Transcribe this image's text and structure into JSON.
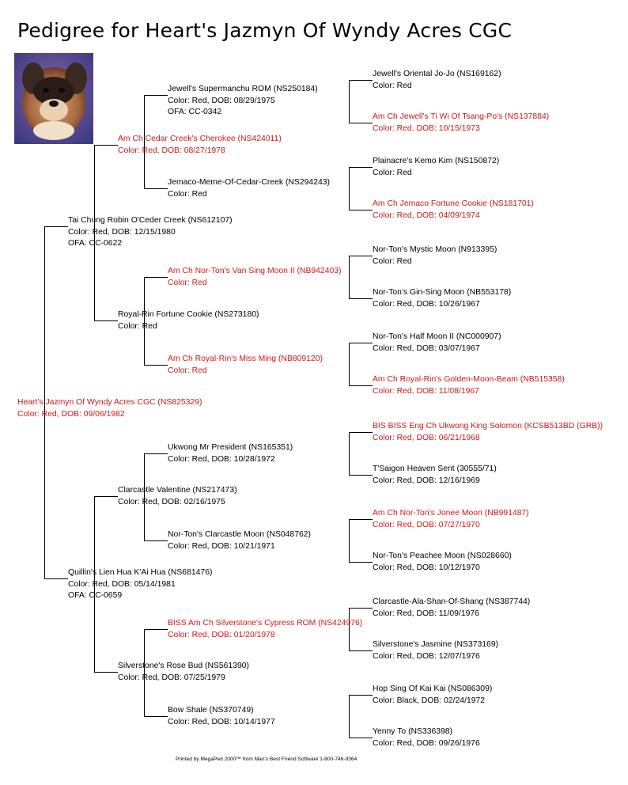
{
  "title": "Pedigree for Heart's Jazmyn Of Wyndy Acres CGC",
  "colors": {
    "champion": "#d01818",
    "normal": "#000000",
    "lines": "#000000"
  },
  "dogs": [
    {
      "gen": 0,
      "red": true,
      "l1": "Heart's Jazmyn Of Wyndy Acres CGC (NS825329)",
      "l2": "Color: Red, DOB: 09/06/1982"
    },
    {
      "gen": 1,
      "red": false,
      "l1": "Tai Chung Robin O'Ceder Creek (NS612107)",
      "l2": "Color: Red, DOB: 12/15/1980",
      "l3": "OFA: CC-0622"
    },
    {
      "gen": 1,
      "red": false,
      "l1": "Quillin's Lien Hua K'Ai Hua (NS681476)",
      "l2": "Color: Red, DOB: 05/14/1981",
      "l3": "OFA: CC-0659"
    },
    {
      "gen": 2,
      "red": true,
      "l1": "Am Ch Cedar Creek's Cherokee (NS424011)",
      "l2": "Color: Red, DOB: 08/27/1978"
    },
    {
      "gen": 2,
      "red": false,
      "l1": "Royal-Rin Fortune Cookie (NS273180)",
      "l2": "Color: Red"
    },
    {
      "gen": 2,
      "red": false,
      "l1": "Clarcastle Valentine (NS217473)",
      "l2": "Color: Red, DOB: 02/16/1975"
    },
    {
      "gen": 2,
      "red": false,
      "l1": "Silverstone's Rose Bud (NS561390)",
      "l2": "Color: Red, DOB: 07/25/1979"
    },
    {
      "gen": 3,
      "red": false,
      "l1": "Jewell's Supermanchu ROM (NS250184)",
      "l2": "Color: Red, DOB: 08/29/1975",
      "l3": "OFA: CC-0342"
    },
    {
      "gen": 3,
      "red": false,
      "l1": "Jemaco-Meme-Of-Cedar-Creek (NS294243)",
      "l2": "Color: Red"
    },
    {
      "gen": 3,
      "red": true,
      "l1": "Am Ch Nor-Ton's Van Sing Moon II (NB942403)",
      "l2": "Color: Red"
    },
    {
      "gen": 3,
      "red": true,
      "l1": "Am Ch Royal-Rin's Miss Ming (NB809120)",
      "l2": "Color: Red"
    },
    {
      "gen": 3,
      "red": false,
      "l1": "Ukwong Mr President (NS165351)",
      "l2": "Color: Red, DOB: 10/28/1972"
    },
    {
      "gen": 3,
      "red": false,
      "l1": "Nor-Ton's Clarcastle Moon (NS048762)",
      "l2": "Color: Red, DOB: 10/21/1971"
    },
    {
      "gen": 3,
      "red": true,
      "l1": "BISS Am Ch Silverstone's Cypress ROM (NS424976)",
      "l2": "Color: Red, DOB: 01/20/1978"
    },
    {
      "gen": 3,
      "red": false,
      "l1": "Bow Shale (NS370749)",
      "l2": "Color: Red, DOB: 10/14/1977"
    },
    {
      "gen": 4,
      "red": false,
      "l1": "Jewell's Oriental Jo-Jo (NS169162)",
      "l2": "Color: Red"
    },
    {
      "gen": 4,
      "red": true,
      "l1": "Am Ch Jewell's Ti Wi Of Tsang-Po's (NS137884)",
      "l2": "Color: Red, DOB: 10/15/1973"
    },
    {
      "gen": 4,
      "red": false,
      "l1": "Plainacre's Kemo Kim (NS150872)",
      "l2": "Color: Red"
    },
    {
      "gen": 4,
      "red": true,
      "l1": "Am Ch Jemaco Fortune Cookie (NS181701)",
      "l2": "Color: Red, DOB: 04/09/1974"
    },
    {
      "gen": 4,
      "red": false,
      "l1": "Nor-Ton's Mystic Moon (N913395)",
      "l2": "Color: Red"
    },
    {
      "gen": 4,
      "red": false,
      "l1": "Nor-Ton's Gin-Sing Moon (NB553178)",
      "l2": "Color: Red, DOB: 10/26/1967"
    },
    {
      "gen": 4,
      "red": false,
      "l1": "Nor-Ton's Half Moon II (NC000907)",
      "l2": "Color: Red, DOB: 03/07/1967"
    },
    {
      "gen": 4,
      "red": true,
      "l1": "Am Ch Royal-Rin's Golden-Moon-Beam (NB515358)",
      "l2": "Color: Red, DOB: 11/08/1967"
    },
    {
      "gen": 4,
      "red": true,
      "l1": "BIS BISS Eng Ch Ukwong King Solomon (KCSB513BD (GRB))",
      "l2": "Color: Red, DOB: 06/21/1968"
    },
    {
      "gen": 4,
      "red": false,
      "l1": "T'Saigon Heaven Sent (30555/71)",
      "l2": "Color: Red, DOB: 12/16/1969"
    },
    {
      "gen": 4,
      "red": true,
      "l1": "Am Ch Nor-Ton's Jonee Moon (NB991487)",
      "l2": "Color: Red, DOB: 07/27/1970"
    },
    {
      "gen": 4,
      "red": false,
      "l1": "Nor-Ton's Peachee Moon (NS028660)",
      "l2": "Color: Red, DOB: 10/12/1970"
    },
    {
      "gen": 4,
      "red": false,
      "l1": "Clarcastle-Ala-Shan-Of-Shang (NS387744)",
      "l2": "Color: Red, DOB: 11/09/1976"
    },
    {
      "gen": 4,
      "red": false,
      "l1": "Silverstone's Jasmine (NS373169)",
      "l2": "Color: Red, DOB: 12/07/1976"
    },
    {
      "gen": 4,
      "red": false,
      "l1": "Hop Sing Of Kai Kai (NS086309)",
      "l2": "Color: Black, DOB: 02/24/1972"
    },
    {
      "gen": 4,
      "red": false,
      "l1": "Yenny To (NS336398)",
      "l2": "Color: Red, DOB: 09/26/1976"
    }
  ],
  "footer": "Printed by MegaPed 2000™ from Man's Best Friend Software 1-800-746-9364"
}
